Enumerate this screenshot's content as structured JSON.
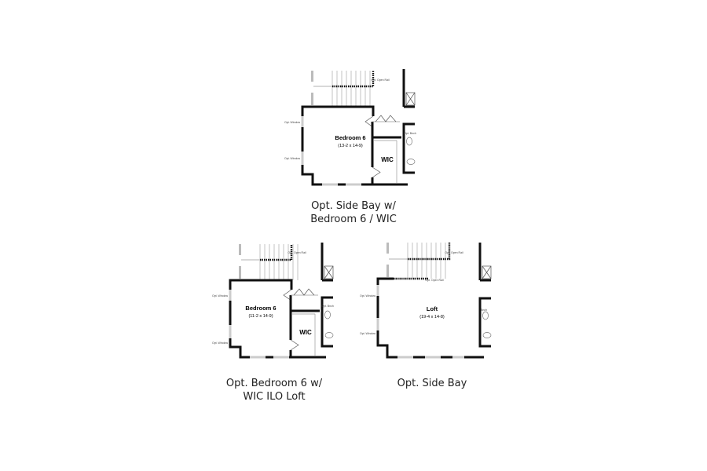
{
  "plans": [
    {
      "caption_line1": "Opt. Side Bay w/",
      "caption_line2": "Bedroom 6 / WIC",
      "room_name": "Bedroom 6",
      "room_dims": "(13-2 x 14-9)",
      "closet_name": "WIC",
      "window_label_1": "Opt. Window",
      "window_label_2": "Opt. Window",
      "rail_label": "Opt. Open Rail",
      "bath_label": "Opt. Bnch"
    },
    {
      "caption_line1": "Opt. Bedroom 6 w/",
      "caption_line2": "WIC ILO Loft",
      "room_name": "Bedroom 6",
      "room_dims": "(11-2 x 14-9)",
      "closet_name": "WIC",
      "window_label_1": "Opt. Window",
      "window_label_2": "Opt. Window",
      "rail_label": "Opt. Open Rail",
      "bath_label": "Opt. Bnch"
    },
    {
      "caption_line1": "Opt. Side Bay",
      "room_name": "Loft",
      "room_dims": "(19-4 x 14-8)",
      "window_label_1": "Opt. Window",
      "window_label_2": "Opt. Window",
      "rail_label": "Opt. Open Rail",
      "rail_label_2": "Opt. Open Rail",
      "bath_label": "Bnch"
    }
  ],
  "colors": {
    "wall": "#111111",
    "thin": "#999999",
    "window": "#cccccc"
  }
}
